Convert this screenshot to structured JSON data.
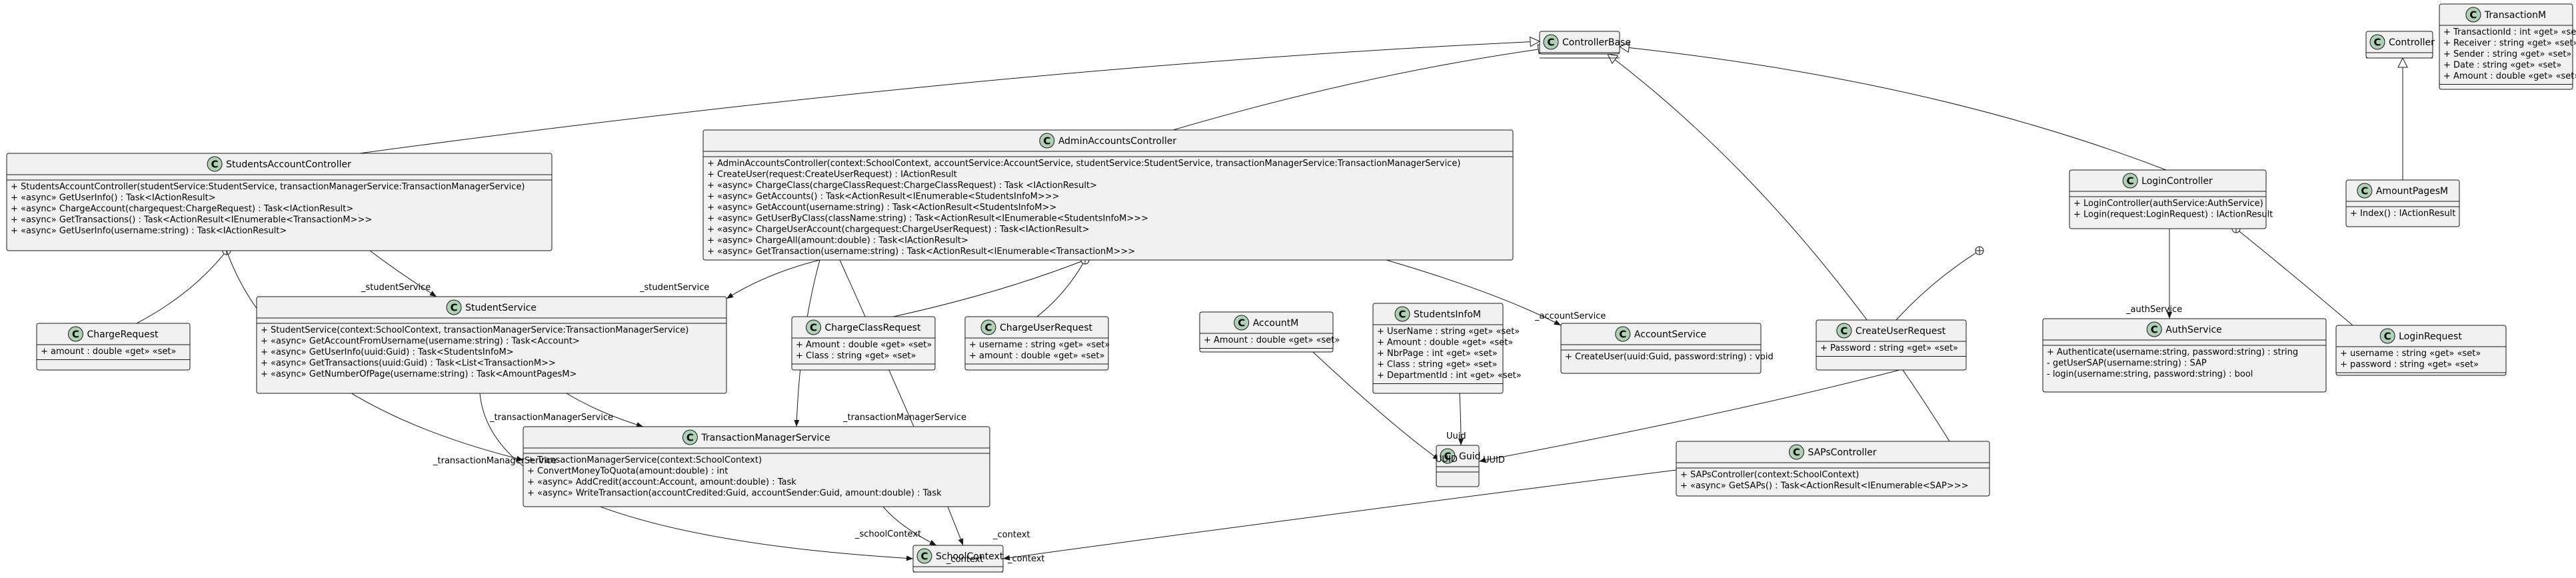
{
  "classes": [
    {
      "id": "ControllerBase",
      "name": "ControllerBase",
      "members": []
    },
    {
      "id": "Controller",
      "name": "Controller",
      "members": []
    },
    {
      "id": "TransactionM",
      "name": "TransactionM",
      "members": [
        "+ TransactionId : int «get» «set»",
        "+ Receiver : string «get» «set»",
        "+ Sender : string «get» «set»",
        "+ Date : string «get» «set»",
        "+ Amount : double «get» «set»"
      ]
    },
    {
      "id": "StudentsAccountController",
      "name": "StudentsAccountController",
      "members": [
        "+ StudentsAccountController(studentService:StudentService, transactionManagerService:TransactionManagerService)",
        "+ «async» GetUserInfo() : Task<IActionResult>",
        "+ «async» ChargeAccount(chargequest:ChargeRequest) : Task<IActionResult>",
        "+ «async» GetTransactions() : Task<ActionResult<IEnumerable<TransactionM>>>",
        "+ «async» GetUserInfo(username:string) : Task<IActionResult>"
      ]
    },
    {
      "id": "AdminAccountsController",
      "name": "AdminAccountsController",
      "members": [
        "+ AdminAccountsController(context:SchoolContext, accountService:AccountService, studentService:StudentService, transactionManagerService:TransactionManagerService)",
        "+ CreateUser(request:CreateUserRequest) : IActionResult",
        "+ «async» ChargeClass(chargeClassRequest:ChargeClassRequest) : Task <IActionResult>",
        "+ «async» GetAccounts() : Task<ActionResult<IEnumerable<StudentsInfoM>>>",
        "+ «async» GetAccount(username:string) : Task<ActionResult<StudentsInfoM>>",
        "+ «async» GetUserByClass(className:string) : Task<ActionResult<IEnumerable<StudentsInfoM>>>",
        "+ «async» ChargeUserAccount(chargequest:ChargeUserRequest) : Task<IActionResult>",
        "+ «async» ChargeAll(amount:double) : Task<IActionResult>",
        "+ «async» GetTransaction(username:string) : Task<ActionResult<IEnumerable<TransactionM>>>"
      ]
    },
    {
      "id": "LoginController",
      "name": "LoginController",
      "members": [
        "+ LoginController(authService:AuthService)",
        "+ Login(request:LoginRequest) : IActionResult"
      ]
    },
    {
      "id": "AmountPagesM",
      "name": "AmountPagesM",
      "members": [
        "+ Index() : IActionResult"
      ]
    },
    {
      "id": "ChargeRequest",
      "name": "ChargeRequest",
      "members": [
        "+ amount : double «get» «set»"
      ]
    },
    {
      "id": "StudentService",
      "name": "StudentService",
      "members": [
        "+ StudentService(context:SchoolContext, transactionManagerService:TransactionManagerService)",
        "+ «async» GetAccountFromUsername(username:string) : Task<Account>",
        "+ «async» GetUserInfo(uuid:Guid) : Task<StudentsInfoM>",
        "+ «async» GetTransactions(uuid:Guid) : Task<List<TransactionM>>",
        "+ «async» GetNumberOfPage(username:string) : Task<AmountPagesM>"
      ]
    },
    {
      "id": "ChargeClassRequest",
      "name": "ChargeClassRequest",
      "members": [
        "+ Amount : double «get» «set»",
        "+ Class : string «get» «set»"
      ]
    },
    {
      "id": "ChargeUserRequest",
      "name": "ChargeUserRequest",
      "members": [
        "+ username : string «get» «set»",
        "+ amount : double «get» «set»"
      ]
    },
    {
      "id": "AccountM",
      "name": "AccountM",
      "members": [
        "+ Amount : double «get» «set»"
      ]
    },
    {
      "id": "StudentsInfoM",
      "name": "StudentsInfoM",
      "members": [
        "+ UserName : string «get» «set»",
        "+ Amount : double «get» «set»",
        "+ NbrPage : int «get» «set»",
        "+ Class : string «get» «set»",
        "+ DepartmentId : int «get» «set»"
      ]
    },
    {
      "id": "AccountService",
      "name": "AccountService",
      "members": [
        "+ CreateUser(uuid:Guid, password:string) : void"
      ]
    },
    {
      "id": "CreateUserRequest",
      "name": "CreateUserRequest",
      "members": [
        "+ Password : string «get» «set»"
      ]
    },
    {
      "id": "AuthService",
      "name": "AuthService",
      "members": [
        "+ Authenticate(username:string, password:string) : string",
        "- getUserSAP(username:string) : SAP",
        "- login(username:string, password:string) : bool"
      ]
    },
    {
      "id": "LoginRequest",
      "name": "LoginRequest",
      "members": [
        "+ username : string «get» «set»",
        "+ password : string «get» «set»"
      ]
    },
    {
      "id": "TransactionManagerService",
      "name": "TransactionManagerService",
      "members": [
        "+ TransactionManagerService(context:SchoolContext)",
        "+ ConvertMoneyToQuota(amount:double) : int",
        "+ «async» AddCredit(account:Account, amount:double) : Task",
        "+ «async» WriteTransaction(accountCredited:Guid, accountSender:Guid, amount:double) : Task"
      ]
    },
    {
      "id": "Guid",
      "name": "Guid",
      "members": []
    },
    {
      "id": "SAPsController",
      "name": "SAPsController",
      "members": [
        "+ SAPsController(context:SchoolContext)",
        "+ «async» GetSAPs() : Task<ActionResult<IEnumerable<SAP>>>"
      ]
    },
    {
      "id": "SchoolContext",
      "name": "SchoolContext",
      "members": []
    }
  ],
  "labels": [
    "_studentService",
    "_studentService",
    "_accountService",
    "_authService",
    "_transactionManagerService",
    "_transactionManagerService",
    "_transactionManagerService",
    "_schoolContext",
    "_context",
    "_context",
    "_context",
    "UUID",
    "Uuid",
    "UUID"
  ],
  "stereotype_letter": "C"
}
